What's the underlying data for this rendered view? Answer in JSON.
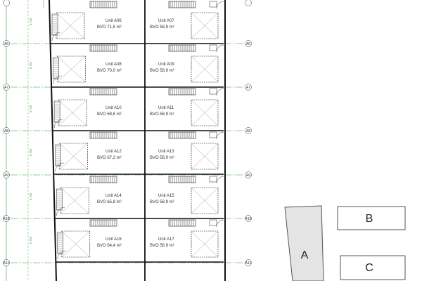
{
  "grid": {
    "axes": [
      {
        "id": "axis-a6",
        "label": "A6"
      },
      {
        "id": "axis-a7",
        "label": "A7"
      },
      {
        "id": "axis-a8",
        "label": "A8"
      },
      {
        "id": "axis-a9",
        "label": "A9"
      },
      {
        "id": "axis-a10",
        "label": "A10"
      },
      {
        "id": "axis-a11",
        "label": "A11"
      }
    ],
    "spacing_label": "5.750"
  },
  "units": [
    {
      "row": 0,
      "side": "left",
      "name": "Unit A06",
      "area": "BVO 71,5 m²"
    },
    {
      "row": 0,
      "side": "right",
      "name": "Unit A07",
      "area": "BVO 58,9 m²"
    },
    {
      "row": 1,
      "side": "left",
      "name": "Unit A08",
      "area": "BVO 70,0 m²"
    },
    {
      "row": 1,
      "side": "right",
      "name": "Unit A09",
      "area": "BVO 58,9 m²"
    },
    {
      "row": 2,
      "side": "left",
      "name": "Unit A10",
      "area": "BVO 68,6 m²"
    },
    {
      "row": 2,
      "side": "right",
      "name": "Unit A11",
      "area": "BVO 58,9 m²"
    },
    {
      "row": 3,
      "side": "left",
      "name": "Unit A12",
      "area": "BVO 67,2 m²"
    },
    {
      "row": 3,
      "side": "right",
      "name": "Unit A13",
      "area": "BVO 58,9 m²"
    },
    {
      "row": 4,
      "side": "left",
      "name": "Unit A14",
      "area": "BVO 65,8 m²"
    },
    {
      "row": 4,
      "side": "right",
      "name": "Unit A15",
      "area": "BVO 58,9 m²"
    },
    {
      "row": 5,
      "side": "left",
      "name": "Unit A16",
      "area": "BVO 64,4 m²"
    },
    {
      "row": 5,
      "side": "right",
      "name": "Unit A17",
      "area": "BVO 58,9 m²"
    }
  ],
  "key_plan": {
    "blocks": [
      {
        "id": "block-a",
        "label": "A"
      },
      {
        "id": "block-b",
        "label": "B"
      },
      {
        "id": "block-c",
        "label": "C"
      }
    ]
  },
  "colors": {
    "grid_line": "#2e9e2e",
    "wall": "#111111",
    "block_fill": "#e4e4e4",
    "block_stroke": "#555555"
  }
}
